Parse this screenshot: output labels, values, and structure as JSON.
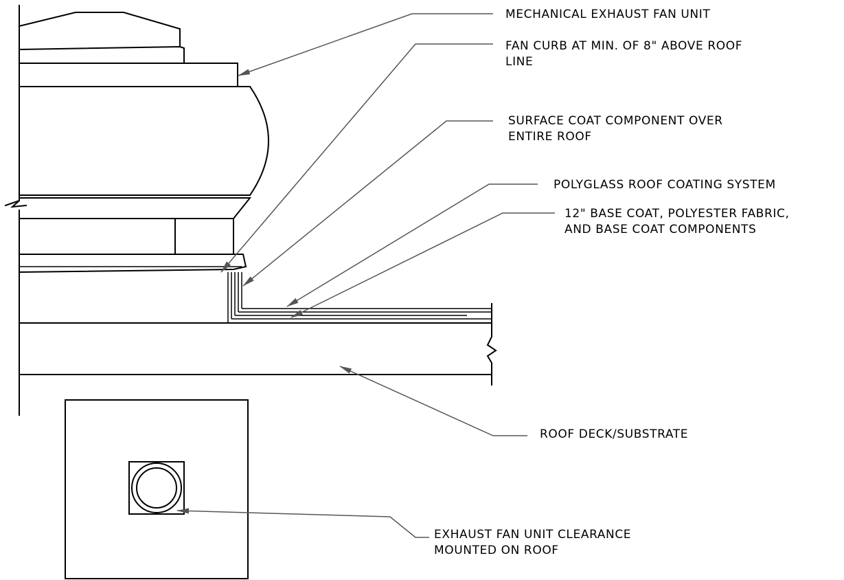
{
  "labels": {
    "fan_unit": "MECHANICAL EXHAUST FAN UNIT",
    "fan_curb_1": "FAN CURB AT MIN. OF 8\" ABOVE ROOF",
    "fan_curb_2": "LINE",
    "surface_coat_1": "SURFACE COAT COMPONENT OVER",
    "surface_coat_2": "ENTIRE ROOF",
    "polyglass": "POLYGLASS ROOF COATING SYSTEM",
    "base_coat_1": "12\" BASE COAT, POLYESTER FABRIC,",
    "base_coat_2": "AND BASE COAT COMPONENTS",
    "roof_deck": "ROOF DECK/SUBSTRATE",
    "clearance_1": "EXHAUST FAN UNIT CLEARANCE",
    "clearance_2": "MOUNTED ON ROOF"
  },
  "colors": {
    "linework": "#000000",
    "leader": "#555555",
    "background": "#ffffff"
  }
}
